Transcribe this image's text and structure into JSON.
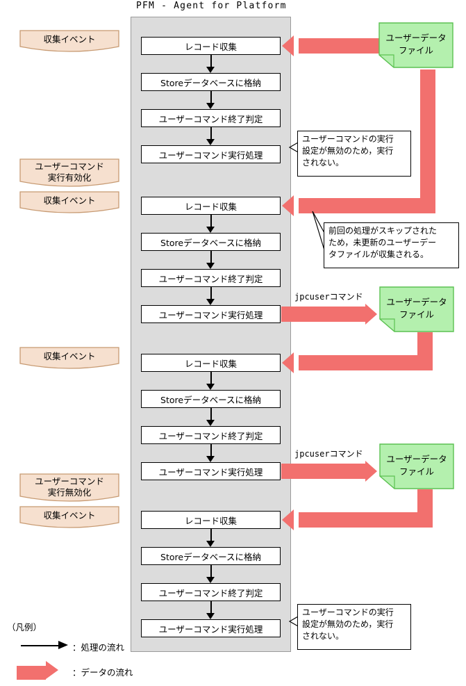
{
  "title": "PFM - Agent for Platform",
  "panel": {
    "name": "pfm-agent-for-platform-panel"
  },
  "process_labels": {
    "collect": "レコード収集",
    "store": "Storeデータベースに格納",
    "judge": "ユーザーコマンド終了判定",
    "execute": "ユーザーコマンド実行処理"
  },
  "groups": [
    {
      "id": "cycle-1",
      "steps": [
        "レコード収集",
        "Storeデータベースに格納",
        "ユーザーコマンド終了判定",
        "ユーザーコマンド実行処理"
      ]
    },
    {
      "id": "cycle-2",
      "steps": [
        "レコード収集",
        "Storeデータベースに格納",
        "ユーザーコマンド終了判定",
        "ユーザーコマンド実行処理"
      ]
    },
    {
      "id": "cycle-3",
      "steps": [
        "レコード収集",
        "Storeデータベースに格納",
        "ユーザーコマンド終了判定",
        "ユーザーコマンド実行処理"
      ]
    },
    {
      "id": "cycle-4",
      "steps": [
        "レコード収集",
        "Storeデータベースに格納",
        "ユーザーコマンド終了判定",
        "ユーザーコマンド実行処理"
      ]
    }
  ],
  "events": [
    {
      "id": "event-1",
      "line1": "収集イベント",
      "line2": ""
    },
    {
      "id": "event-2",
      "line1": "ユーザーコマンド",
      "line2": "実行有効化"
    },
    {
      "id": "event-3",
      "line1": "収集イベント",
      "line2": ""
    },
    {
      "id": "event-4",
      "line1": "収集イベント",
      "line2": ""
    },
    {
      "id": "event-5",
      "line1": "ユーザーコマンド",
      "line2": "実行無効化"
    },
    {
      "id": "event-6",
      "line1": "収集イベント",
      "line2": ""
    }
  ],
  "data_files": [
    {
      "id": "user-data-file-1",
      "line1": "ユーザーデータ",
      "line2": "ファイル"
    },
    {
      "id": "user-data-file-2",
      "line1": "ユーザーデータ",
      "line2": "ファイル"
    },
    {
      "id": "user-data-file-3",
      "line1": "ユーザーデータ",
      "line2": "ファイル"
    }
  ],
  "command_labels": [
    {
      "id": "jpcuser-command-1",
      "text": "jpcuserコマンド"
    },
    {
      "id": "jpcuser-command-2",
      "text": "jpcuserコマンド"
    }
  ],
  "callouts": [
    {
      "id": "callout-disabled-1",
      "line1": "ユーザーコマンドの実行",
      "line2": "設定が無効のため，実行",
      "line3": "されない。"
    },
    {
      "id": "callout-skipped",
      "line1": "前回の処理がスキップされた",
      "line2": "ため，未更新のユーザーデー",
      "line3": "タファイルが収集される。"
    },
    {
      "id": "callout-disabled-2",
      "line1": "ユーザーコマンドの実行",
      "line2": "設定が無効のため，実行",
      "line3": "されない。"
    }
  ],
  "legend": {
    "title": "（凡例）",
    "process_flow": "：処理の流れ",
    "data_flow": "：データの流れ"
  },
  "colors": {
    "panel_fill": "#dcdcdc",
    "panel_border": "#9a9a9a",
    "box_fill": "#ffffff",
    "box_border": "#000000",
    "event_fill": "#f6e0cf",
    "event_border": "#c79a72",
    "data_file_fill": "#b4f0ae",
    "data_file_border": "#5cc152",
    "data_flow_arrow": "#f2706e",
    "text": "#000000"
  }
}
